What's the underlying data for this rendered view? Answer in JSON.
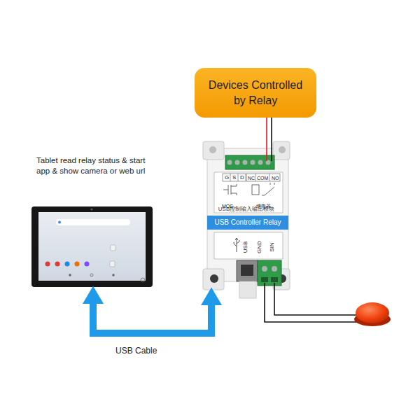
{
  "diagram": {
    "nodes": [
      {
        "text": [
          "Devices Controlled by Relay"
        ]
      },
      {
        "text": [
          "Tablet read relay status & start app & show camera or web url"
        ]
      },
      {
        "text": [
          "USB控制输入输出模块"
        ]
      },
      {
        "text": [
          "USB Controller Relay"
        ],
        "in": 2
      }
    ],
    "edges": [
      {
        "from": 1,
        "to": 2,
        "arrow": "both",
        "label": "USB Cable"
      },
      {
        "from": 2,
        "to": 0,
        "arrow": "none"
      },
      {
        "from": 2,
        "to": 0,
        "arrow": "none"
      }
    ],
    "labels": [
      "G",
      "S",
      "D",
      "NC",
      "COM",
      "NO",
      "MOS",
      "继电器",
      "USB",
      "GND",
      "SIN"
    ]
  }
}
